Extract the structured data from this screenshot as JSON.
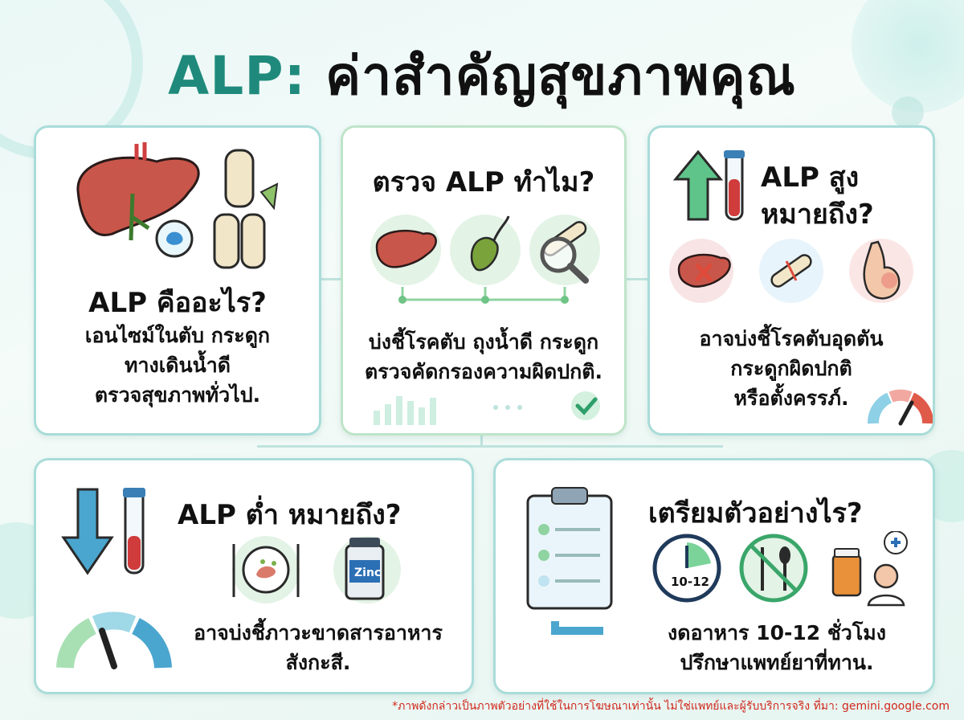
{
  "title": {
    "prefix": "ALP:",
    "rest": "ค่าสำคัญสุขภาพคุณ"
  },
  "cards": {
    "what": {
      "heading": "ALP คืออะไร?",
      "lines": [
        "เอนไซม์ในตับ กระดูก",
        "ทางเดินน้ำดี",
        "ตรวจสุขภาพทั่วไป."
      ]
    },
    "why": {
      "heading": "ตรวจ ALP ทำไม?",
      "lines": [
        "บ่งชี้โรคตับ ถุงน้ำดี กระดูก",
        "ตรวจคัดกรองความผิดปกติ."
      ]
    },
    "high": {
      "heading_line1": "ALP สูง",
      "heading_line2": "หมายถึง?",
      "lines": [
        "อาจบ่งชี้โรคตับอุดตัน",
        "กระดูกผิดปกติ",
        "หรือตั้งครรภ์."
      ]
    },
    "low": {
      "heading": "ALP ต่ำ หมายถึง?",
      "zinc_label": "Zinc",
      "lines": [
        "อาจบ่งชี้ภาวะขาดสารอาหาร",
        "สังกะสี."
      ]
    },
    "prep": {
      "heading": "เตรียมตัวอย่างไร?",
      "clock_label": "10-12",
      "lines": [
        "งดอาหาร 10-12 ชั่วโมง",
        "ปรึกษาแพทย์ยาที่ทาน."
      ]
    }
  },
  "colors": {
    "accent": "#1f8a7c",
    "card_border": "#a9dcd9",
    "liver": "#c9564a",
    "arrow_up": "#5fc48a",
    "arrow_down": "#4aa6cf",
    "footnote": "#d0281c"
  },
  "footnote": "*ภาพดังกล่าวเป็นภาพตัวอย่างที่ใช้ในการโฆษณาเท่านั้น ไม่ใช่แพทย์และผู้รับบริการจริง ที่มา: gemini.google.com"
}
